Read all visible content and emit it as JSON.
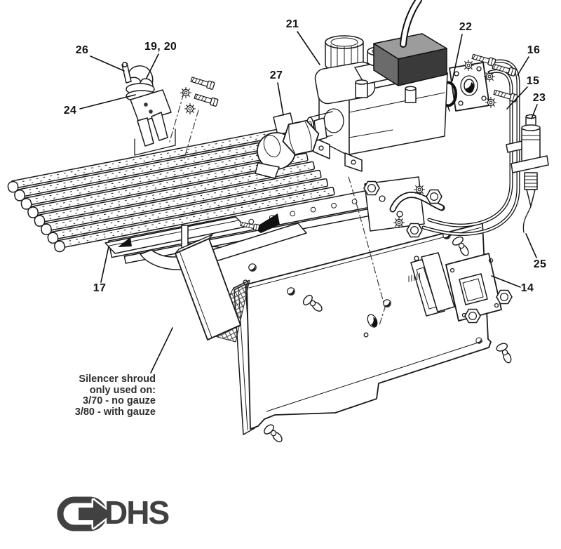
{
  "diagram_kind": "exploded-parts-line-drawing",
  "callouts": [
    {
      "label": "26"
    },
    {
      "label": "19, 20"
    },
    {
      "label": "24"
    },
    {
      "label": "21"
    },
    {
      "label": "27"
    },
    {
      "label": "22"
    },
    {
      "label": "16"
    },
    {
      "label": "15"
    },
    {
      "label": "23"
    },
    {
      "label": "25"
    },
    {
      "label": "14"
    },
    {
      "label": "17"
    }
  ],
  "note": {
    "line1": "Silencer shroud",
    "line2": "only used on:",
    "line3": "3/70 - no gauze",
    "line4": "3/80 - with gauze"
  },
  "logo": {
    "text": "DHS"
  },
  "colors": {
    "line": "#1a1a1a",
    "solenoid_top": "#9c9c9c",
    "solenoid_front": "#6b6b6b",
    "solenoid_end": "#3a3a3a",
    "logo": "#414141",
    "background": "#ffffff"
  }
}
